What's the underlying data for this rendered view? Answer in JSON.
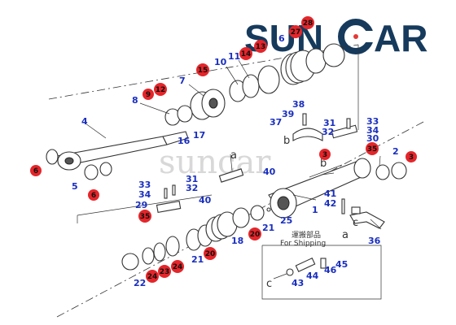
{
  "brand": {
    "text_left": "SUN",
    "text_right": "AR",
    "text_color": "#163a5c",
    "ring_color": "#163a5c",
    "accent_color": "#e53935"
  },
  "watermark": "suncar",
  "note": {
    "line1": "運搬部品",
    "line2": "For Shipping"
  },
  "colors": {
    "label_blue": "#1a2fbf",
    "marker_red": "#e5252a",
    "line": "#333333"
  },
  "refs": {
    "b_top": "b",
    "a_top": "a",
    "b_mid": "b",
    "a_low": "a",
    "c_low": "c",
    "c_box": "c"
  },
  "callouts_blue": [
    {
      "id": "b4",
      "text": "4"
    },
    {
      "id": "b5",
      "text": "5"
    },
    {
      "id": "b7",
      "text": "7"
    },
    {
      "id": "b8",
      "text": "8"
    },
    {
      "id": "b10",
      "text": "10"
    },
    {
      "id": "b11",
      "text": "11"
    },
    {
      "id": "b16",
      "text": "16"
    },
    {
      "id": "b17",
      "text": "17"
    },
    {
      "id": "b1",
      "text": "1"
    },
    {
      "id": "b2",
      "text": "2"
    },
    {
      "id": "b18",
      "text": "18"
    },
    {
      "id": "b21a",
      "text": "21"
    },
    {
      "id": "b21b",
      "text": "21"
    },
    {
      "id": "b22",
      "text": "22"
    },
    {
      "id": "b25",
      "text": "25"
    },
    {
      "id": "b29",
      "text": "29"
    },
    {
      "id": "b30",
      "text": "30"
    },
    {
      "id": "b31a",
      "text": "31"
    },
    {
      "id": "b31b",
      "text": "31"
    },
    {
      "id": "b32a",
      "text": "32"
    },
    {
      "id": "b32b",
      "text": "32"
    },
    {
      "id": "b33a",
      "text": "33"
    },
    {
      "id": "b33b",
      "text": "33"
    },
    {
      "id": "b34a",
      "text": "34"
    },
    {
      "id": "b34b",
      "text": "34"
    },
    {
      "id": "b36",
      "text": "36"
    },
    {
      "id": "b37",
      "text": "37"
    },
    {
      "id": "b38",
      "text": "38"
    },
    {
      "id": "b39",
      "text": "39"
    },
    {
      "id": "b40a",
      "text": "40"
    },
    {
      "id": "b40b",
      "text": "40"
    },
    {
      "id": "b41",
      "text": "41"
    },
    {
      "id": "b42",
      "text": "42"
    },
    {
      "id": "b43",
      "text": "43"
    },
    {
      "id": "b44",
      "text": "44"
    },
    {
      "id": "b45",
      "text": "45"
    },
    {
      "id": "b46",
      "text": "46"
    },
    {
      "id": "b6top",
      "text": "6"
    }
  ],
  "callouts_red": [
    {
      "id": "r6a",
      "text": "6"
    },
    {
      "id": "r6b",
      "text": "6"
    },
    {
      "id": "r9",
      "text": "9"
    },
    {
      "id": "r12",
      "text": "12"
    },
    {
      "id": "r14",
      "text": "14"
    },
    {
      "id": "r15",
      "text": "15"
    },
    {
      "id": "r13",
      "text": "13"
    },
    {
      "id": "r27",
      "text": "27"
    },
    {
      "id": "r28",
      "text": "28"
    },
    {
      "id": "r3a",
      "text": "3"
    },
    {
      "id": "r3b",
      "text": "3"
    },
    {
      "id": "r35a",
      "text": "35"
    },
    {
      "id": "r35b",
      "text": "35"
    },
    {
      "id": "r20a",
      "text": "20"
    },
    {
      "id": "r20b",
      "text": "20"
    },
    {
      "id": "r23",
      "text": "23"
    },
    {
      "id": "r24a",
      "text": "24"
    },
    {
      "id": "r24b",
      "text": "24"
    }
  ]
}
